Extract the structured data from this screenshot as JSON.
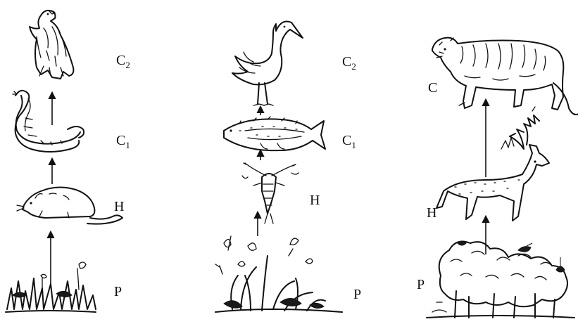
{
  "chains": [
    {
      "name": "chain-1",
      "levels": [
        {
          "label_main": "C",
          "label_sub": "2",
          "organism": "eagle-icon"
        },
        {
          "label_main": "C",
          "label_sub": "1",
          "organism": "snake-icon"
        },
        {
          "label_main": "H",
          "label_sub": "",
          "organism": "rat-icon"
        },
        {
          "label_main": "P",
          "label_sub": "",
          "organism": "grass-icon"
        }
      ]
    },
    {
      "name": "chain-2",
      "levels": [
        {
          "label_main": "C",
          "label_sub": "2",
          "organism": "heron-icon"
        },
        {
          "label_main": "C",
          "label_sub": "1",
          "organism": "fish-icon"
        },
        {
          "label_main": "H",
          "label_sub": "",
          "organism": "crustacean-icon"
        },
        {
          "label_main": "P",
          "label_sub": "",
          "organism": "aquatic-plants-icon"
        }
      ]
    },
    {
      "name": "chain-3",
      "levels": [
        {
          "label_main": "C",
          "label_sub": "",
          "organism": "tiger-icon"
        },
        {
          "label_main": "H",
          "label_sub": "",
          "organism": "deer-icon"
        },
        {
          "label_main": "P",
          "label_sub": "",
          "organism": "trees-icon"
        }
      ]
    }
  ]
}
